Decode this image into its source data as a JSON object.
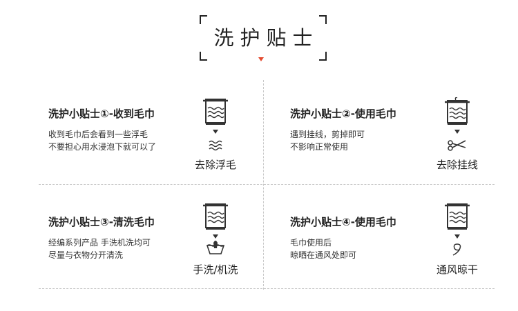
{
  "header": {
    "title": "洗护贴士"
  },
  "tips": [
    {
      "heading": "洗护小贴士①-收到毛巾",
      "lines": [
        "收到毛巾后会看到一些浮毛",
        "不要担心用水浸泡下就可以了"
      ],
      "caption": "去除浮毛",
      "icon": "water-wave-icon"
    },
    {
      "heading": "洗护小贴士②-使用毛巾",
      "lines": [
        "遇到挂线，剪掉即可",
        "不影响正常使用"
      ],
      "caption": "去除挂线",
      "icon": "scissors-icon"
    },
    {
      "heading": "洗护小贴士③-清洗毛巾",
      "lines": [
        "经编系列产品 手洗机洗均可",
        "尽量与衣物分开清洗"
      ],
      "caption": "手洗/机洗",
      "icon": "hand-wash-icon"
    },
    {
      "heading": "洗护小贴士④-使用毛巾",
      "lines": [
        "毛巾使用后",
        "晾晒在通风处即可"
      ],
      "caption": "通风晾干",
      "icon": "wind-icon"
    }
  ],
  "colors": {
    "accent": "#e44a2f",
    "text": "#222222",
    "divider": "#c8c8c8"
  }
}
